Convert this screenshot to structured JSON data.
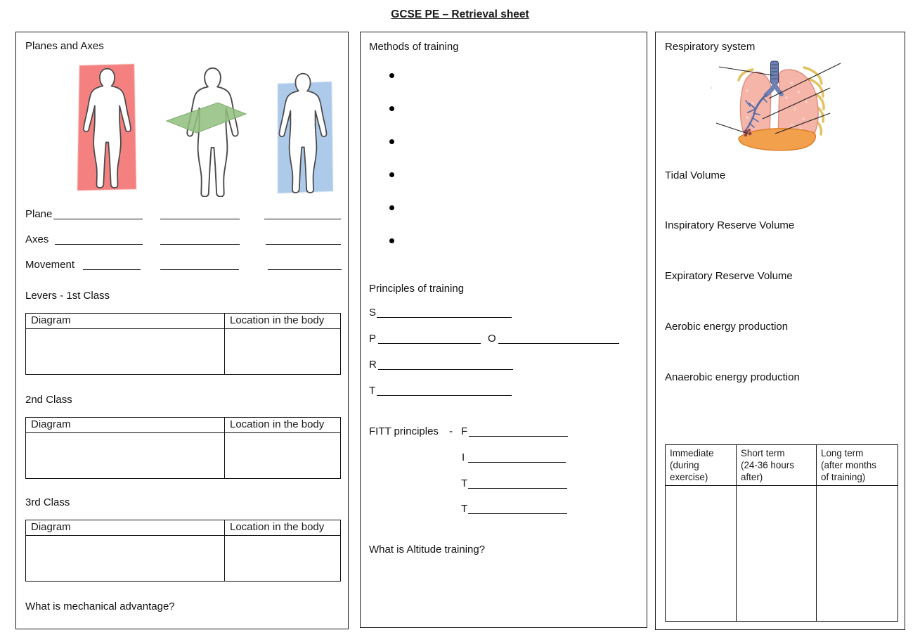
{
  "title": "GCSE PE – Retrieval sheet",
  "left": {
    "heading": "Planes and Axes",
    "rows": {
      "plane": "Plane",
      "axes": "Axes",
      "movement": "Movement"
    },
    "levers_heading": "Levers - 1st Class",
    "class2_heading": "2nd Class",
    "class3_heading": "3rd Class",
    "lever_table": {
      "diagram": "Diagram",
      "location": "Location in the body"
    },
    "question": "What is mechanical advantage?",
    "plane_colors": {
      "frontal": "#f58080",
      "transverse": "#8fbe7d",
      "sagittal": "#aecaea"
    }
  },
  "middle": {
    "heading": "Methods of training",
    "principles_heading": "Principles of training",
    "sport": {
      "s": "S",
      "p": "P",
      "o": "O",
      "r": "R",
      "t": "T"
    },
    "fitt_label": "FITT principles",
    "fitt_dash": "-",
    "fitt": {
      "f": "F",
      "i": "I",
      "t1": "T",
      "t2": "T"
    },
    "question": "What is Altitude training?"
  },
  "right": {
    "heading": "Respiratory system",
    "items": [
      "Tidal Volume",
      "Inspiratory Reserve Volume",
      "Expiratory Reserve Volume",
      "Aerobic energy production",
      "Anaerobic energy production"
    ],
    "effects_table": {
      "col1": "Immediate\n(during\nexercise)",
      "col2": "Short term\n(24-36 hours\nafter)",
      "col3": "Long term\n(after months\nof training)"
    },
    "lung_colors": {
      "lung": "#f5b5a9",
      "lung_edge": "#de8d7e",
      "airway": "#6f81b2",
      "airway_dark": "#2e3d63",
      "diaphragm": "#f3a04d",
      "diaphragm_edge": "#dd7f28",
      "ribs": "#e3c162",
      "alveoli": "#8e4450"
    }
  }
}
